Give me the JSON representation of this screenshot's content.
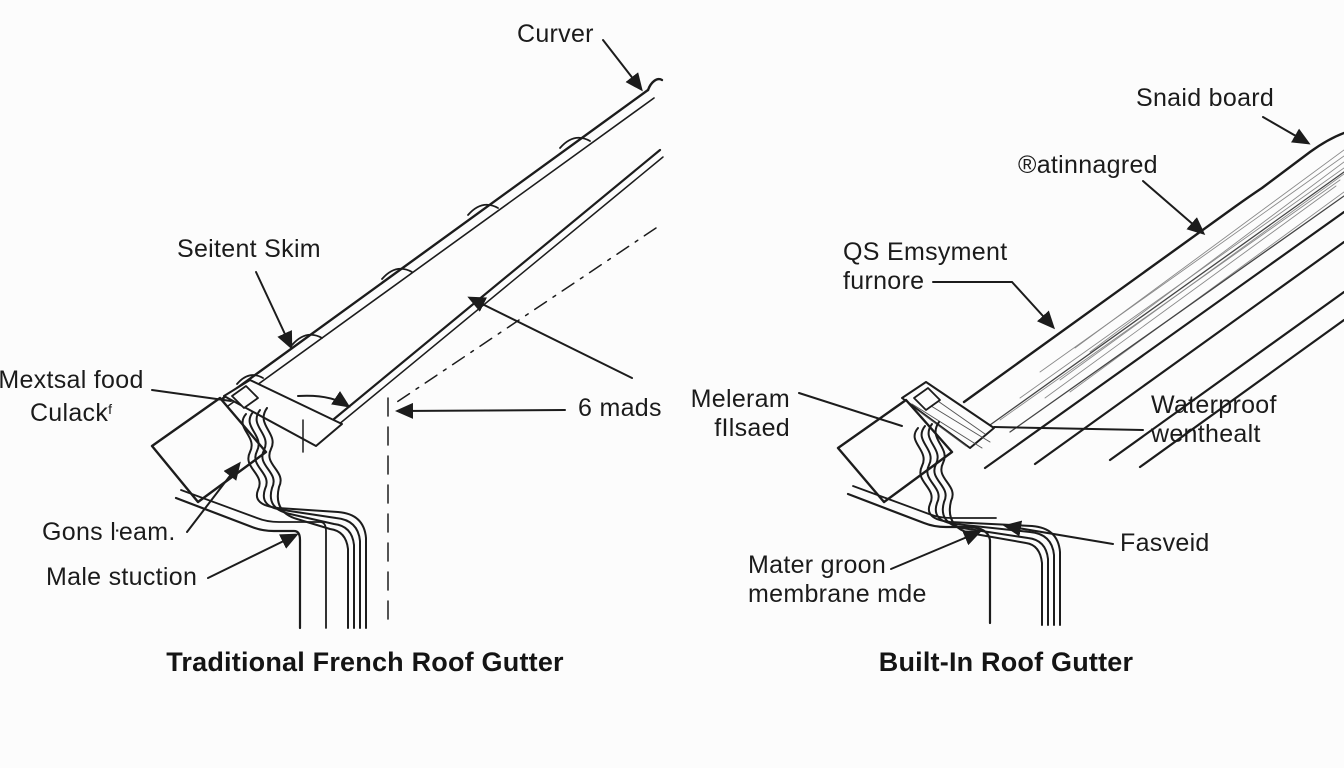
{
  "diagram": {
    "colors": {
      "ink": "#1c1c1c",
      "background": "#fcfcfc",
      "grain": "#8a8a8a"
    },
    "left": {
      "title": "Traditional French Roof Gutter",
      "labels": {
        "curver": "Curver",
        "seitent_skim": "Seitent Skim",
        "mextsal_line1": "Mextsal food",
        "mextsal_line2": "Culack",
        "culack_mark": "f",
        "six_mads": "6 mads",
        "gons_beam": "Gons ŀeam.",
        "male_stuction": "Male stuction"
      }
    },
    "right": {
      "title": "Built-In Roof Gutter",
      "labels": {
        "snaid_board": "Snaid board",
        "atinnagred": "®atinnagred",
        "qs_line1": "QS Emsyment",
        "qs_line2": "furnore",
        "meleram_line1": "Meleram",
        "meleram_line2": "fIlsaed",
        "waterproof_line1": "Waterproof",
        "waterproof_line2": "wenthealt",
        "fasveid": "Fasveid",
        "mater_line1": "Mater groon",
        "mater_line2": "membrane mde"
      }
    }
  }
}
